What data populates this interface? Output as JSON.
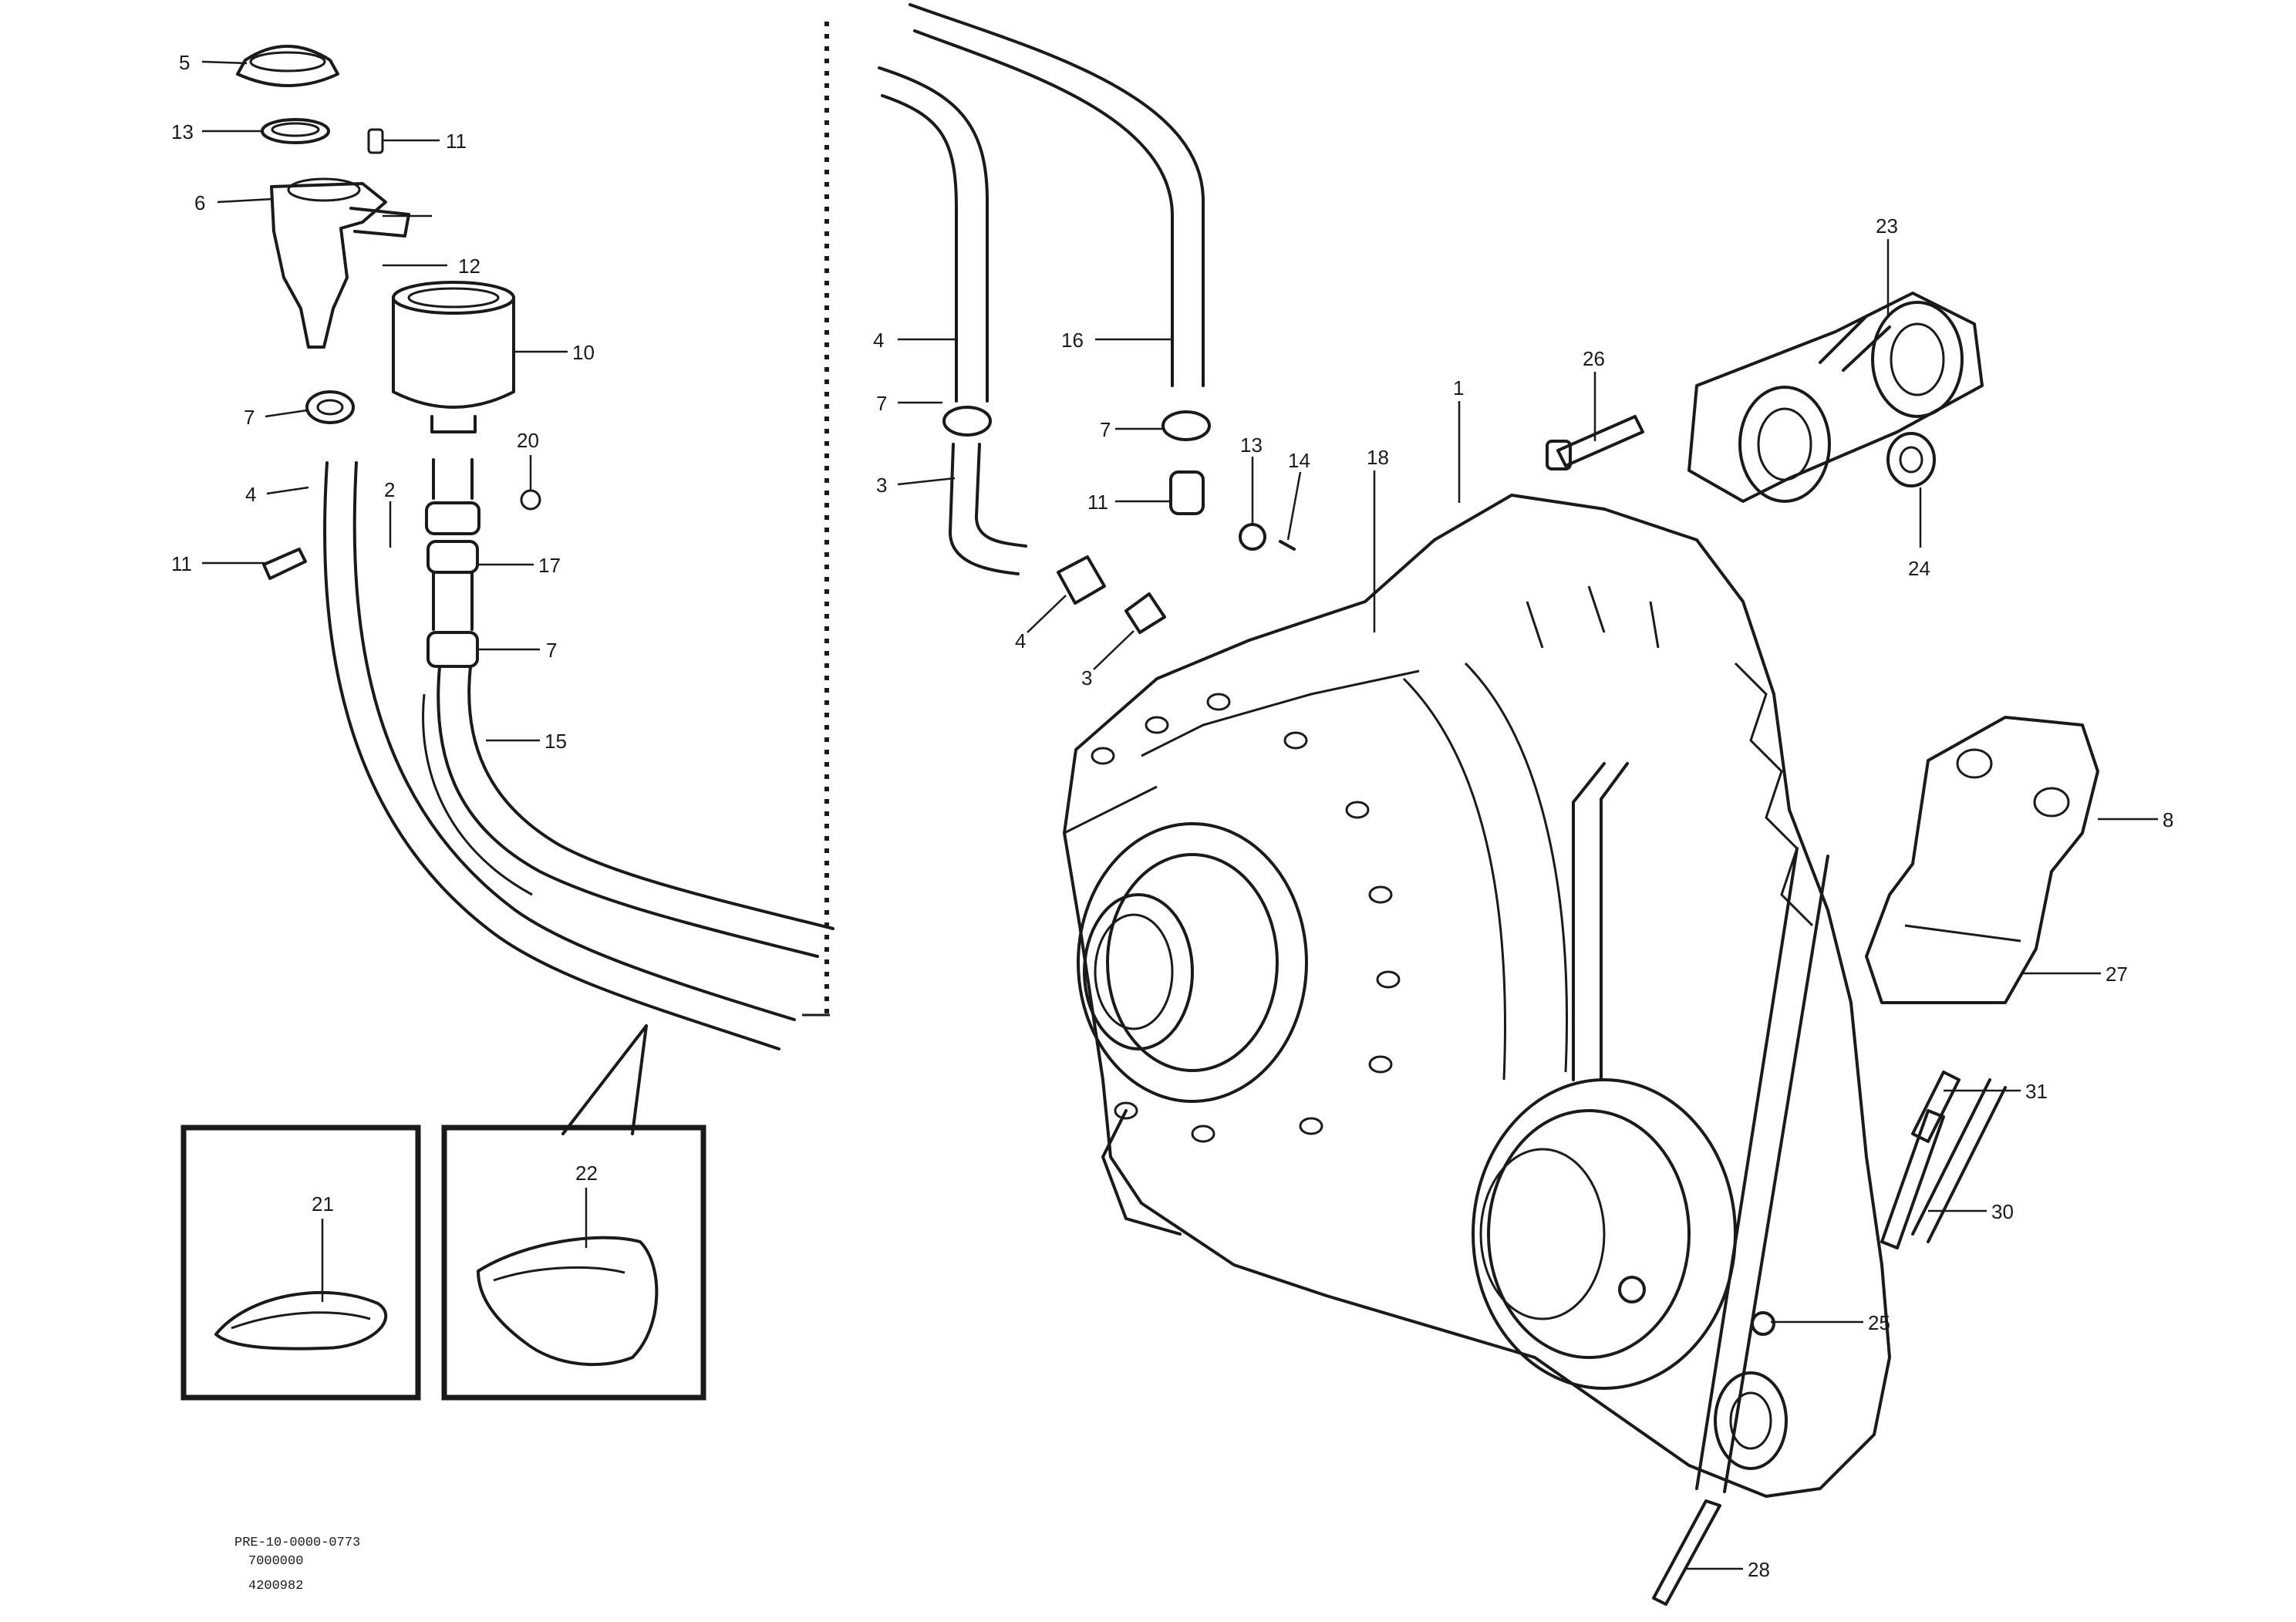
{
  "callouts": [
    {
      "id": "c1",
      "text": "5"
    },
    {
      "id": "c2",
      "text": "13"
    },
    {
      "id": "c3",
      "text": "11"
    },
    {
      "id": "c4",
      "text": "6"
    },
    {
      "id": "c5",
      "text": "12"
    },
    {
      "id": "c6",
      "text": "10"
    },
    {
      "id": "c7",
      "text": "7"
    },
    {
      "id": "c8",
      "text": "20"
    },
    {
      "id": "c9",
      "text": "4"
    },
    {
      "id": "c10",
      "text": "2"
    },
    {
      "id": "c11",
      "text": "11"
    },
    {
      "id": "c12",
      "text": "17"
    },
    {
      "id": "c13",
      "text": "7"
    },
    {
      "id": "c14",
      "text": "15"
    },
    {
      "id": "c15",
      "text": "4"
    },
    {
      "id": "c16",
      "text": "7"
    },
    {
      "id": "c17",
      "text": "3"
    },
    {
      "id": "c18",
      "text": "4"
    },
    {
      "id": "c19",
      "text": "3"
    },
    {
      "id": "c20",
      "text": "16"
    },
    {
      "id": "c21",
      "text": "7"
    },
    {
      "id": "c22",
      "text": "11"
    },
    {
      "id": "c23",
      "text": "13"
    },
    {
      "id": "c24",
      "text": "14"
    },
    {
      "id": "c25",
      "text": "18"
    },
    {
      "id": "c26",
      "text": "1"
    },
    {
      "id": "c27",
      "text": "23"
    },
    {
      "id": "c28",
      "text": "26"
    },
    {
      "id": "c29",
      "text": "24"
    },
    {
      "id": "c30",
      "text": "8"
    },
    {
      "id": "c31",
      "text": "27"
    },
    {
      "id": "c32",
      "text": "31"
    },
    {
      "id": "c33",
      "text": "30"
    },
    {
      "id": "c34",
      "text": "25"
    },
    {
      "id": "c35",
      "text": "28"
    },
    {
      "id": "c36",
      "text": "21"
    },
    {
      "id": "c37",
      "text": "22"
    }
  ],
  "footer": {
    "line1": "PRE-10-0000-0773",
    "line2": "7000000",
    "line3": "4200982"
  }
}
